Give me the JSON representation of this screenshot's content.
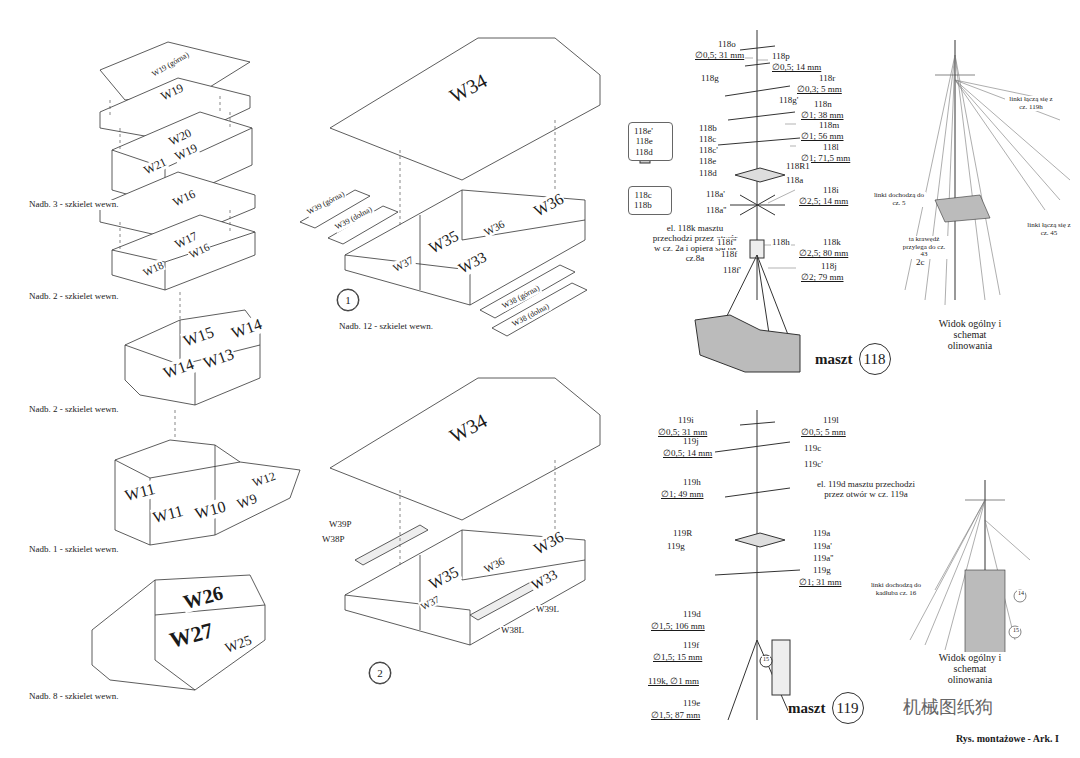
{
  "diagram": {
    "nodes": [
      {
        "text": [
          "1"
        ]
      },
      {
        "text": [
          "2"
        ]
      },
      {
        "text": [
          "118e'",
          "118e",
          "118d"
        ]
      },
      {
        "text": [
          "118c",
          "118b"
        ]
      },
      {
        "text": [
          "maszt",
          "118"
        ]
      },
      {
        "text": [
          "maszt",
          "119"
        ]
      }
    ],
    "labels": [
      "W19 (górna)",
      "W19",
      "W20",
      "W19",
      "W21",
      "Nadb. 3 - szkielet wewn.",
      "W16",
      "W17",
      "W16",
      "W18",
      "Nadb. 2 - szkielet wewn.",
      "W15",
      "W14",
      "W14",
      "W13",
      "Nadb. 2 - szkielet wewn.",
      "W11",
      "W11",
      "W10",
      "W12",
      "W9",
      "Nadb. 1 - szkielet wewn.",
      "W26",
      "W27",
      "W25",
      "Nadb. 8 - szkielet wewn.",
      "W34",
      "W39 (górna)",
      "W39 (dolna)",
      "W36",
      "W35",
      "W36",
      "W37",
      "W33",
      "W38 (górna)",
      "W38 (dolna)",
      "Nadb. 12 - szkielet wewn.",
      "W34",
      "W39P",
      "W38P",
      "W36",
      "W35",
      "W36",
      "W33",
      "W37",
      "W39L",
      "W38L",
      "118o",
      "∅0,5; 31 mm",
      "118p",
      "∅0,5; 14 mm",
      "118r",
      "∅0,3; 5 mm",
      "118g",
      "118g'",
      "118n",
      "∅1; 38 mm",
      "118m",
      "∅1; 56 mm",
      "118l",
      "∅1; 71,5 mm",
      "118b",
      "118c",
      "118c'",
      "118e",
      "118d",
      "118R1",
      "118a",
      "118i",
      "∅2,5; 14 mm",
      "118a'",
      "118a''",
      "el. 118k masztu przechodzi przez otwór w cz. 2a i opiera się na cz.8a",
      "118f''",
      "118f",
      "118f'",
      "118h",
      "118k",
      "∅2,5; 80 mm",
      "118j",
      "∅2; 79 mm",
      "linki łączą się z cz. 119h",
      "linki dochodzą do cz. 5",
      "ta krawędź przylega do cz. 43",
      "2c",
      "linki łączą się z cz. 45",
      "Widok ogólny i schemat olinowania",
      "119i",
      "∅0,5; 31 mm",
      "119l",
      "∅0,5; 5 mm",
      "119j",
      "∅0,5; 14 mm",
      "119c",
      "119c'",
      "119h",
      "∅1; 49 mm",
      "el. 119d masztu przechodzi przez otwór w cz. 119a",
      "119R",
      "119a",
      "119a'",
      "119a''",
      "119g",
      "119g",
      "∅1; 31 mm",
      "119d",
      "∅1,5; 106 mm",
      "119f",
      "∅1,5; 15 mm",
      "119k, ∅1 mm",
      "119e",
      "∅1,5; 87 mm",
      "15",
      "linki dochodzą do kadłuba cz. 16",
      "14",
      "15",
      "Widok ogólny i schemat olinowania",
      "Rys. montażowe - Ark. I",
      "机械图纸狗"
    ]
  }
}
